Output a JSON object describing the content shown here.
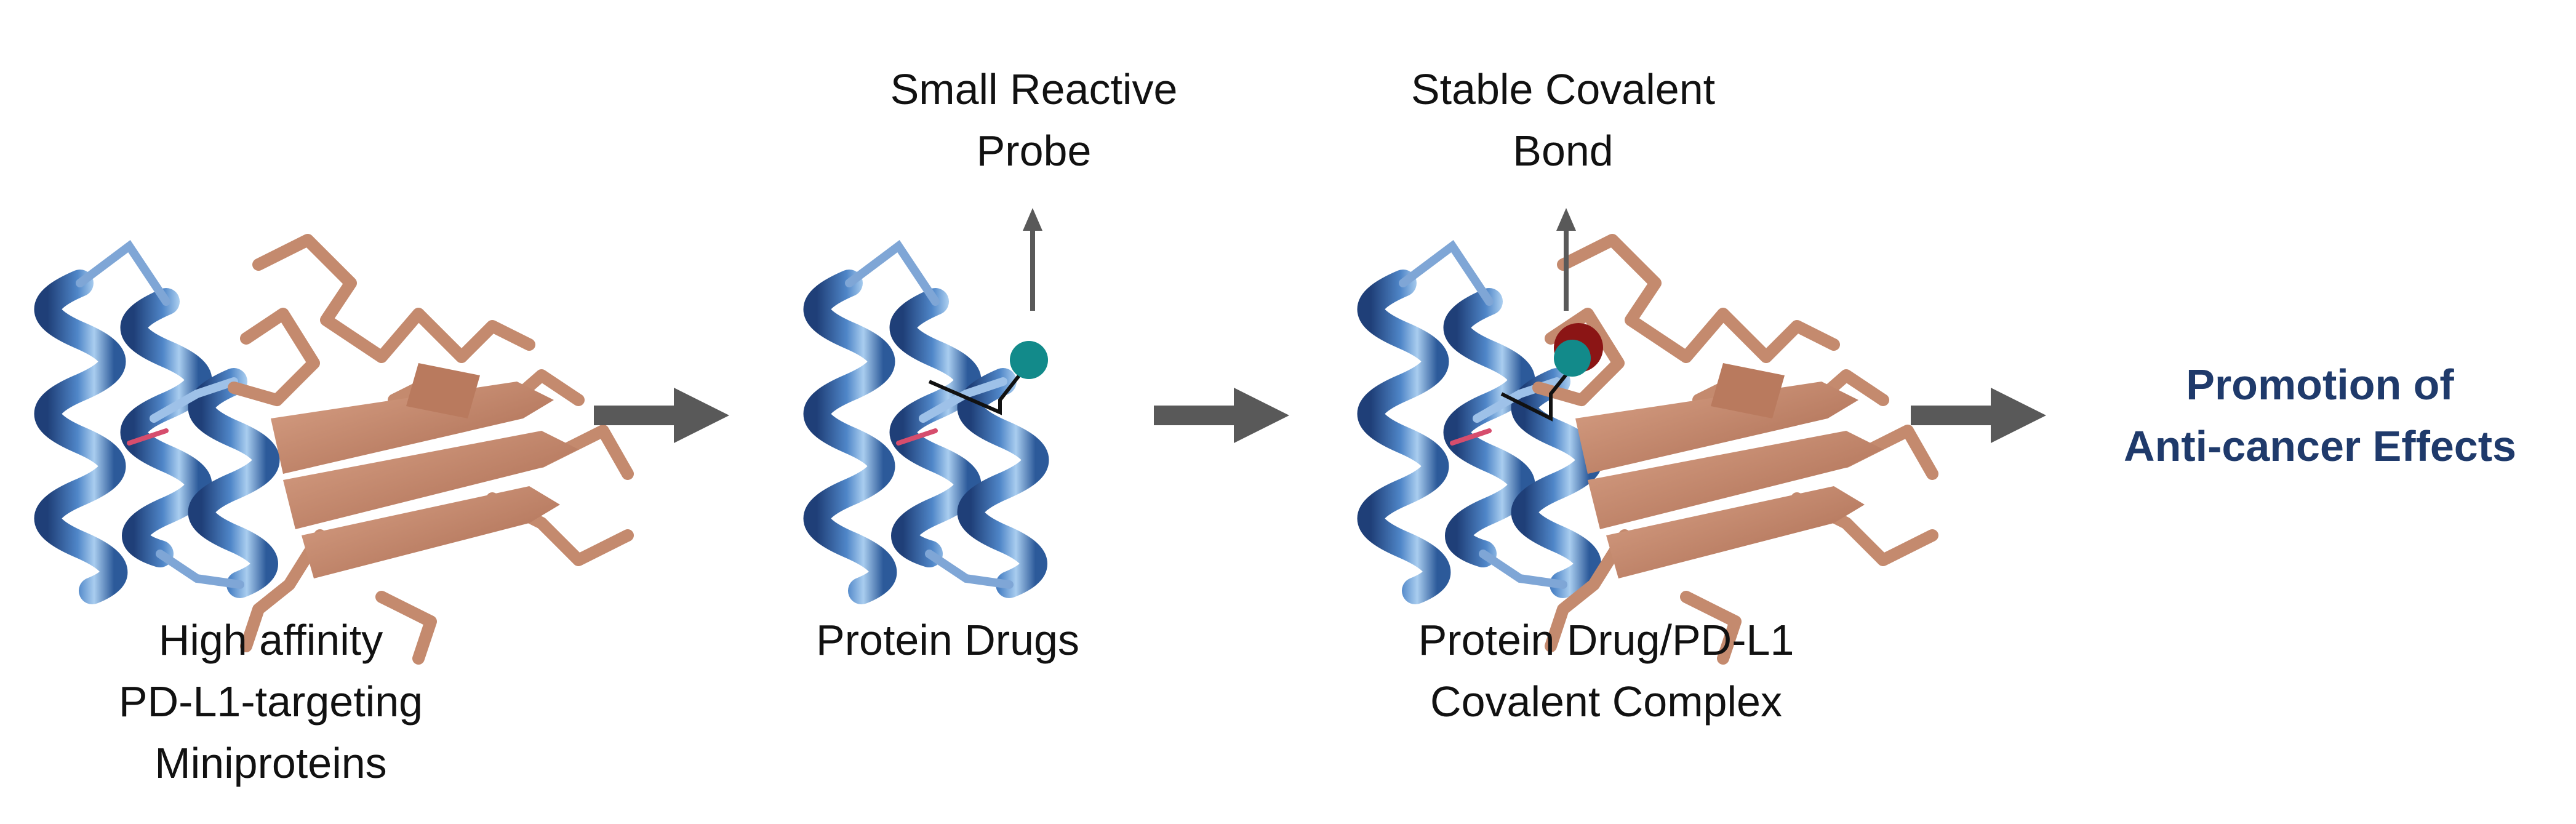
{
  "steps": [
    {
      "caption": [
        "High affinity",
        "PD-L1-targeting",
        "Miniproteins"
      ]
    },
    {
      "caption": [
        "Protein Drugs"
      ],
      "callout": [
        "Small Reactive",
        "Probe"
      ]
    },
    {
      "caption": [
        "Protein Drug/PD-L1",
        "Covalent Complex"
      ],
      "callout": [
        "Stable Covalent",
        "Bond"
      ]
    }
  ],
  "outcome": [
    "Promotion of",
    "Anti-cancer Effects"
  ],
  "colors": {
    "miniprotein_helix": "#2f5d9e",
    "miniprotein_highlight": "#9fc3ea",
    "pdl1": "#c48a6e",
    "probe": "#128a8a",
    "covalent_bond": "#8b1515",
    "arrow": "#595959",
    "outcome_text": "#1f3a6b",
    "text": "#111111"
  },
  "icons": [
    "miniprotein-helix-bundle-icon",
    "pd-l1-protein-icon",
    "probe-sphere-icon",
    "covalent-bond-sphere-icon",
    "process-arrow-icon"
  ]
}
